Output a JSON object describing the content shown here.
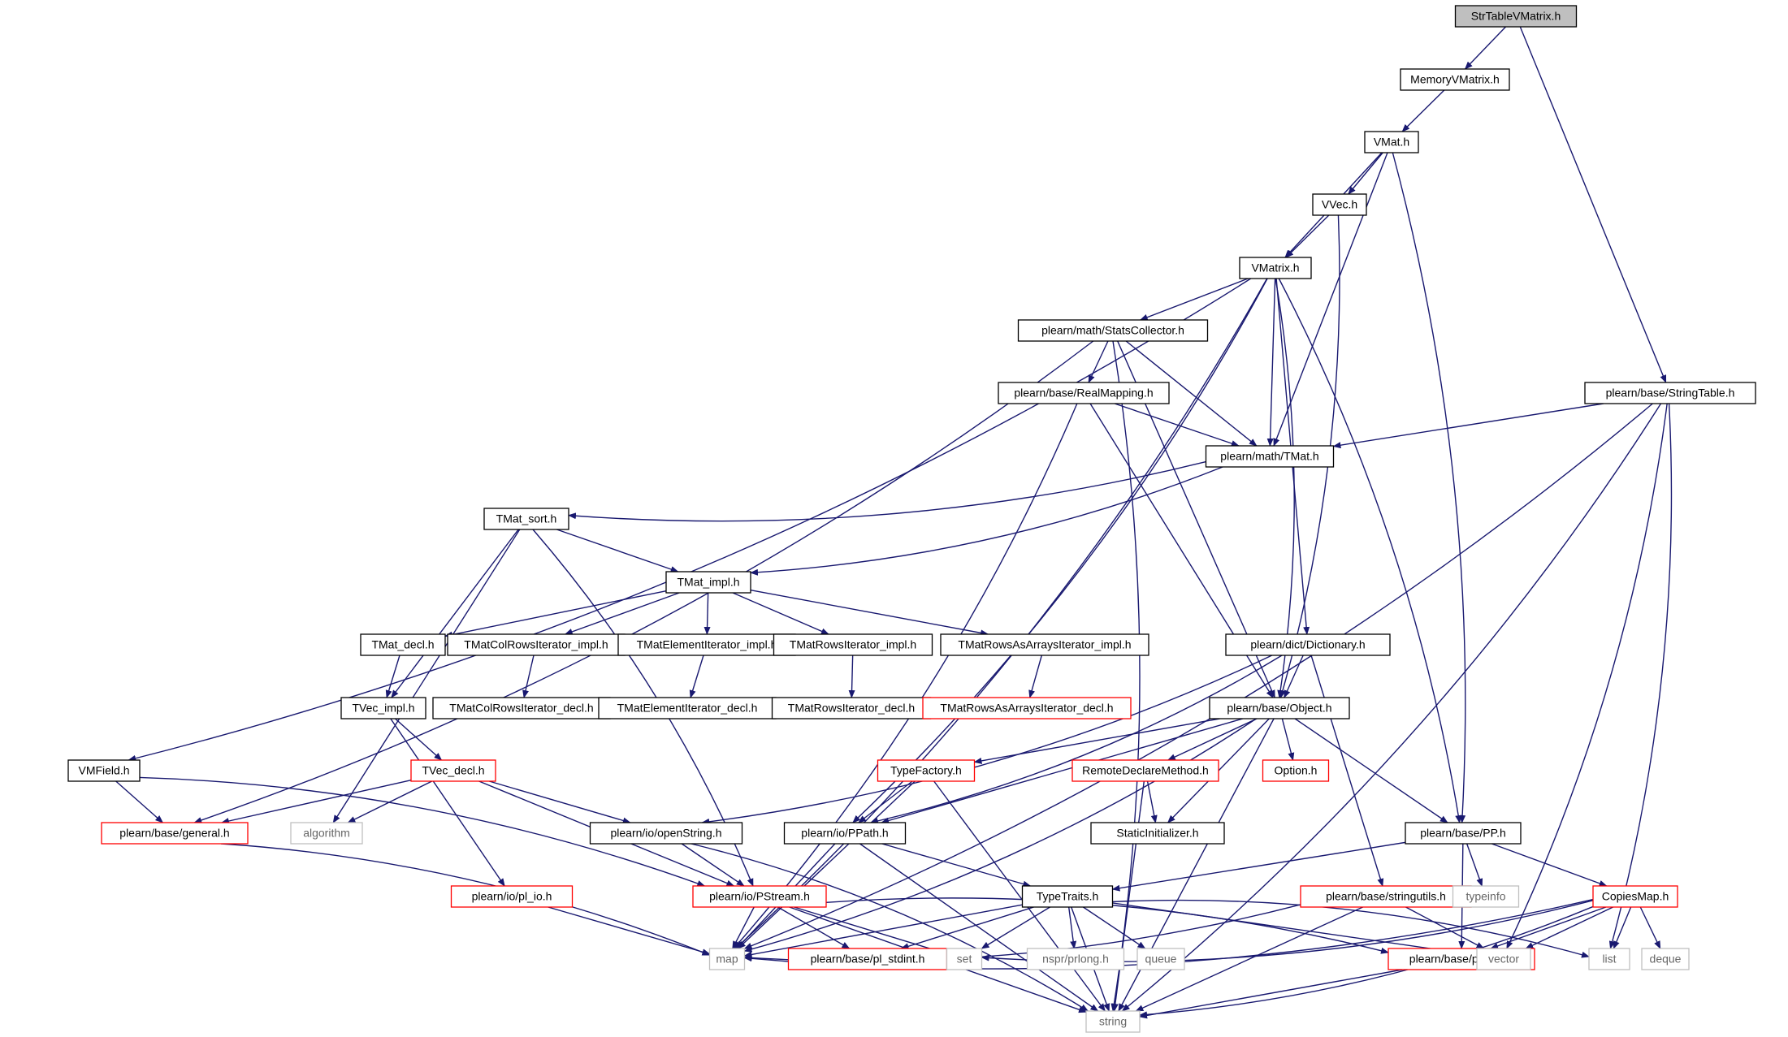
{
  "diagram": {
    "colors": {
      "edge": "#191970",
      "border_normal": "#000000",
      "border_incomplete": "#ff0000",
      "border_system": "#bfbfbf",
      "fill_root": "#bfbfbf",
      "fill_default": "#ffffff",
      "text_normal": "#000000",
      "text_system": "#666666"
    },
    "nodes": [
      {
        "id": "strtablevmatrix",
        "label": "StrTableVMatrix.h",
        "kind": "root"
      },
      {
        "id": "memoryvmatrix",
        "label": "MemoryVMatrix.h",
        "kind": "normal"
      },
      {
        "id": "vmat",
        "label": "VMat.h",
        "kind": "normal"
      },
      {
        "id": "vvec",
        "label": "VVec.h",
        "kind": "normal"
      },
      {
        "id": "vmatrix",
        "label": "VMatrix.h",
        "kind": "normal"
      },
      {
        "id": "statscollector",
        "label": "plearn/math/StatsCollector.h",
        "kind": "normal"
      },
      {
        "id": "stringtable",
        "label": "plearn/base/StringTable.h",
        "kind": "normal"
      },
      {
        "id": "realmapping",
        "label": "plearn/base/RealMapping.h",
        "kind": "normal"
      },
      {
        "id": "tmat",
        "label": "plearn/math/TMat.h",
        "kind": "normal"
      },
      {
        "id": "tmatsort",
        "label": "TMat_sort.h",
        "kind": "normal"
      },
      {
        "id": "tmatimpl",
        "label": "TMat_impl.h",
        "kind": "normal"
      },
      {
        "id": "tmatdecl",
        "label": "TMat_decl.h",
        "kind": "normal"
      },
      {
        "id": "colrowsimpl",
        "label": "TMatColRowsIterator_impl.h",
        "kind": "normal"
      },
      {
        "id": "elemimpl",
        "label": "TMatElementIterator_impl.h",
        "kind": "normal"
      },
      {
        "id": "rowsimpl",
        "label": "TMatRowsIterator_impl.h",
        "kind": "normal"
      },
      {
        "id": "rowsarraysimpl",
        "label": "TMatRowsAsArraysIterator_impl.h",
        "kind": "normal"
      },
      {
        "id": "dictionary",
        "label": "plearn/dict/Dictionary.h",
        "kind": "normal"
      },
      {
        "id": "tvecimpl",
        "label": "TVec_impl.h",
        "kind": "normal"
      },
      {
        "id": "colrowsdecl",
        "label": "TMatColRowsIterator_decl.h",
        "kind": "normal"
      },
      {
        "id": "elemdecl",
        "label": "TMatElementIterator_decl.h",
        "kind": "normal"
      },
      {
        "id": "rowsdecl",
        "label": "TMatRowsIterator_decl.h",
        "kind": "normal"
      },
      {
        "id": "rowsarraysdecl",
        "label": "TMatRowsAsArraysIterator_decl.h",
        "kind": "incomplete"
      },
      {
        "id": "object",
        "label": "plearn/base/Object.h",
        "kind": "normal"
      },
      {
        "id": "vmfield",
        "label": "VMField.h",
        "kind": "normal"
      },
      {
        "id": "tvecdecl",
        "label": "TVec_decl.h",
        "kind": "incomplete"
      },
      {
        "id": "typefactory",
        "label": "TypeFactory.h",
        "kind": "incomplete"
      },
      {
        "id": "remotedeclare",
        "label": "RemoteDeclareMethod.h",
        "kind": "incomplete"
      },
      {
        "id": "option",
        "label": "Option.h",
        "kind": "incomplete"
      },
      {
        "id": "general",
        "label": "plearn/base/general.h",
        "kind": "incomplete"
      },
      {
        "id": "algorithm",
        "label": "algorithm",
        "kind": "system"
      },
      {
        "id": "openstring",
        "label": "plearn/io/openString.h",
        "kind": "normal"
      },
      {
        "id": "ppath",
        "label": "plearn/io/PPath.h",
        "kind": "normal"
      },
      {
        "id": "staticinit",
        "label": "StaticInitializer.h",
        "kind": "normal"
      },
      {
        "id": "pp",
        "label": "plearn/base/PP.h",
        "kind": "normal"
      },
      {
        "id": "plio",
        "label": "plearn/io/pl_io.h",
        "kind": "incomplete"
      },
      {
        "id": "pstream",
        "label": "plearn/io/PStream.h",
        "kind": "incomplete"
      },
      {
        "id": "typetraits",
        "label": "TypeTraits.h",
        "kind": "normal"
      },
      {
        "id": "stringutils",
        "label": "plearn/base/stringutils.h",
        "kind": "incomplete"
      },
      {
        "id": "typeinfo",
        "label": "typeinfo",
        "kind": "system"
      },
      {
        "id": "copiesmap",
        "label": "CopiesMap.h",
        "kind": "incomplete"
      },
      {
        "id": "map",
        "label": "map",
        "kind": "system"
      },
      {
        "id": "plstdint",
        "label": "plearn/base/pl_stdint.h",
        "kind": "incomplete"
      },
      {
        "id": "set",
        "label": "set",
        "kind": "system"
      },
      {
        "id": "prlong",
        "label": "nspr/prlong.h",
        "kind": "system"
      },
      {
        "id": "queue",
        "label": "queue",
        "kind": "system"
      },
      {
        "id": "plerror",
        "label": "plearn/base/plerror.h",
        "kind": "incomplete"
      },
      {
        "id": "vector",
        "label": "vector",
        "kind": "system"
      },
      {
        "id": "list",
        "label": "list",
        "kind": "system"
      },
      {
        "id": "deque",
        "label": "deque",
        "kind": "system"
      },
      {
        "id": "string",
        "label": "string",
        "kind": "system"
      }
    ],
    "edges": [
      [
        "strtablevmatrix",
        "memoryvmatrix"
      ],
      [
        "strtablevmatrix",
        "stringtable"
      ],
      [
        "memoryvmatrix",
        "vmat"
      ],
      [
        "vmat",
        "vvec"
      ],
      [
        "vmat",
        "vmatrix"
      ],
      [
        "vmat",
        "tmat"
      ],
      [
        "vmat",
        "pp"
      ],
      [
        "vvec",
        "vmatrix"
      ],
      [
        "vvec",
        "object"
      ],
      [
        "vmatrix",
        "statscollector"
      ],
      [
        "vmatrix",
        "tmat"
      ],
      [
        "vmatrix",
        "dictionary"
      ],
      [
        "vmatrix",
        "object"
      ],
      [
        "vmatrix",
        "pp"
      ],
      [
        "vmatrix",
        "vmfield"
      ],
      [
        "vmatrix",
        "map"
      ],
      [
        "vmatrix",
        "ppath"
      ],
      [
        "statscollector",
        "realmapping"
      ],
      [
        "statscollector",
        "tmat"
      ],
      [
        "statscollector",
        "object"
      ],
      [
        "statscollector",
        "general"
      ],
      [
        "statscollector",
        "string"
      ],
      [
        "stringtable",
        "tmat"
      ],
      [
        "stringtable",
        "map"
      ],
      [
        "stringtable",
        "vector"
      ],
      [
        "stringtable",
        "list"
      ],
      [
        "stringtable",
        "string"
      ],
      [
        "realmapping",
        "tmat"
      ],
      [
        "realmapping",
        "object"
      ],
      [
        "realmapping",
        "map"
      ],
      [
        "tmat",
        "tmatsort"
      ],
      [
        "tmat",
        "tmatimpl"
      ],
      [
        "tmatsort",
        "tmatimpl"
      ],
      [
        "tmatsort",
        "tvecimpl"
      ],
      [
        "tmatsort",
        "algorithm"
      ],
      [
        "tmatsort",
        "pstream"
      ],
      [
        "tmatimpl",
        "tmatdecl"
      ],
      [
        "tmatimpl",
        "colrowsimpl"
      ],
      [
        "tmatimpl",
        "elemimpl"
      ],
      [
        "tmatimpl",
        "rowsimpl"
      ],
      [
        "tmatimpl",
        "rowsarraysimpl"
      ],
      [
        "tmatdecl",
        "tvecimpl"
      ],
      [
        "colrowsimpl",
        "colrowsdecl"
      ],
      [
        "elemimpl",
        "elemdecl"
      ],
      [
        "rowsimpl",
        "rowsdecl"
      ],
      [
        "rowsarraysimpl",
        "rowsarraysdecl"
      ],
      [
        "dictionary",
        "object"
      ],
      [
        "dictionary",
        "stringutils"
      ],
      [
        "dictionary",
        "openstring"
      ],
      [
        "dictionary",
        "ppath"
      ],
      [
        "tvecimpl",
        "tvecdecl"
      ],
      [
        "tvecimpl",
        "plio"
      ],
      [
        "tvecdecl",
        "general"
      ],
      [
        "tvecdecl",
        "algorithm"
      ],
      [
        "tvecdecl",
        "openstring"
      ],
      [
        "tvecdecl",
        "pstream"
      ],
      [
        "object",
        "typefactory"
      ],
      [
        "object",
        "remotedeclare"
      ],
      [
        "object",
        "option"
      ],
      [
        "object",
        "staticinit"
      ],
      [
        "object",
        "pp"
      ],
      [
        "object",
        "ppath"
      ],
      [
        "object",
        "string"
      ],
      [
        "object",
        "map"
      ],
      [
        "vmfield",
        "general"
      ],
      [
        "vmfield",
        "pstream"
      ],
      [
        "typefactory",
        "ppath"
      ],
      [
        "typefactory",
        "map"
      ],
      [
        "typefactory",
        "string"
      ],
      [
        "remotedeclare",
        "staticinit"
      ],
      [
        "remotedeclare",
        "string"
      ],
      [
        "general",
        "map"
      ],
      [
        "openstring",
        "pstream"
      ],
      [
        "openstring",
        "string"
      ],
      [
        "ppath",
        "typetraits"
      ],
      [
        "ppath",
        "map"
      ],
      [
        "ppath",
        "string"
      ],
      [
        "pp",
        "typetraits"
      ],
      [
        "pp",
        "typeinfo"
      ],
      [
        "pp",
        "copiesmap"
      ],
      [
        "pp",
        "plerror"
      ],
      [
        "plio",
        "map"
      ],
      [
        "pstream",
        "map"
      ],
      [
        "pstream",
        "plstdint"
      ],
      [
        "pstream",
        "set"
      ],
      [
        "pstream",
        "plerror"
      ],
      [
        "pstream",
        "string"
      ],
      [
        "typetraits",
        "map"
      ],
      [
        "typetraits",
        "plstdint"
      ],
      [
        "typetraits",
        "set"
      ],
      [
        "typetraits",
        "prlong"
      ],
      [
        "typetraits",
        "queue"
      ],
      [
        "typetraits",
        "vector"
      ],
      [
        "typetraits",
        "list"
      ],
      [
        "typetraits",
        "string"
      ],
      [
        "stringutils",
        "map"
      ],
      [
        "stringutils",
        "vector"
      ],
      [
        "stringutils",
        "string"
      ],
      [
        "copiesmap",
        "map"
      ],
      [
        "copiesmap",
        "plerror"
      ],
      [
        "copiesmap",
        "set"
      ],
      [
        "copiesmap",
        "vector"
      ],
      [
        "copiesmap",
        "list"
      ],
      [
        "copiesmap",
        "deque"
      ],
      [
        "copiesmap",
        "string"
      ],
      [
        "plerror",
        "string"
      ]
    ]
  }
}
